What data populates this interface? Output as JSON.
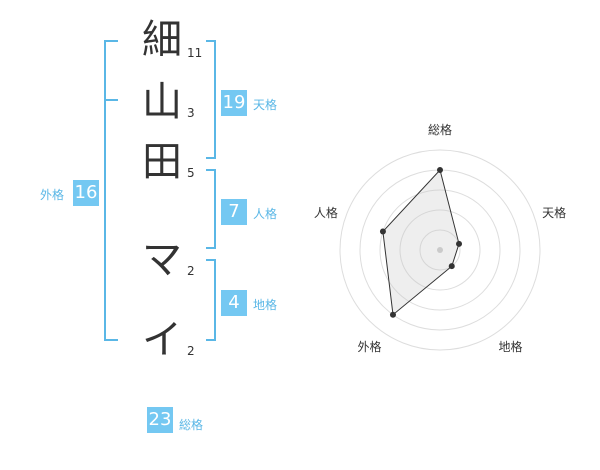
{
  "characters": [
    {
      "char": "細",
      "strokes": "11"
    },
    {
      "char": "山",
      "strokes": "3"
    },
    {
      "char": "田",
      "strokes": "5"
    },
    {
      "char": "マ",
      "strokes": "2"
    },
    {
      "char": "イ",
      "strokes": "2"
    }
  ],
  "fortunes": {
    "tenkaku": {
      "value": "19",
      "label": "天格"
    },
    "jinkaku": {
      "value": "7",
      "label": "人格"
    },
    "chikaku": {
      "value": "4",
      "label": "地格"
    },
    "gaikaku": {
      "value": "16",
      "label": "外格"
    },
    "soukaku": {
      "value": "23",
      "label": "総格"
    }
  },
  "colors": {
    "accent": "#74c8f2",
    "bracket": "#5ab7e6",
    "text": "#333333"
  },
  "chart_data": {
    "type": "radar",
    "axes": [
      "総格",
      "天格",
      "地格",
      "外格",
      "人格"
    ],
    "values": [
      4,
      1,
      1,
      4,
      3
    ],
    "max": 5,
    "rings": 5
  }
}
